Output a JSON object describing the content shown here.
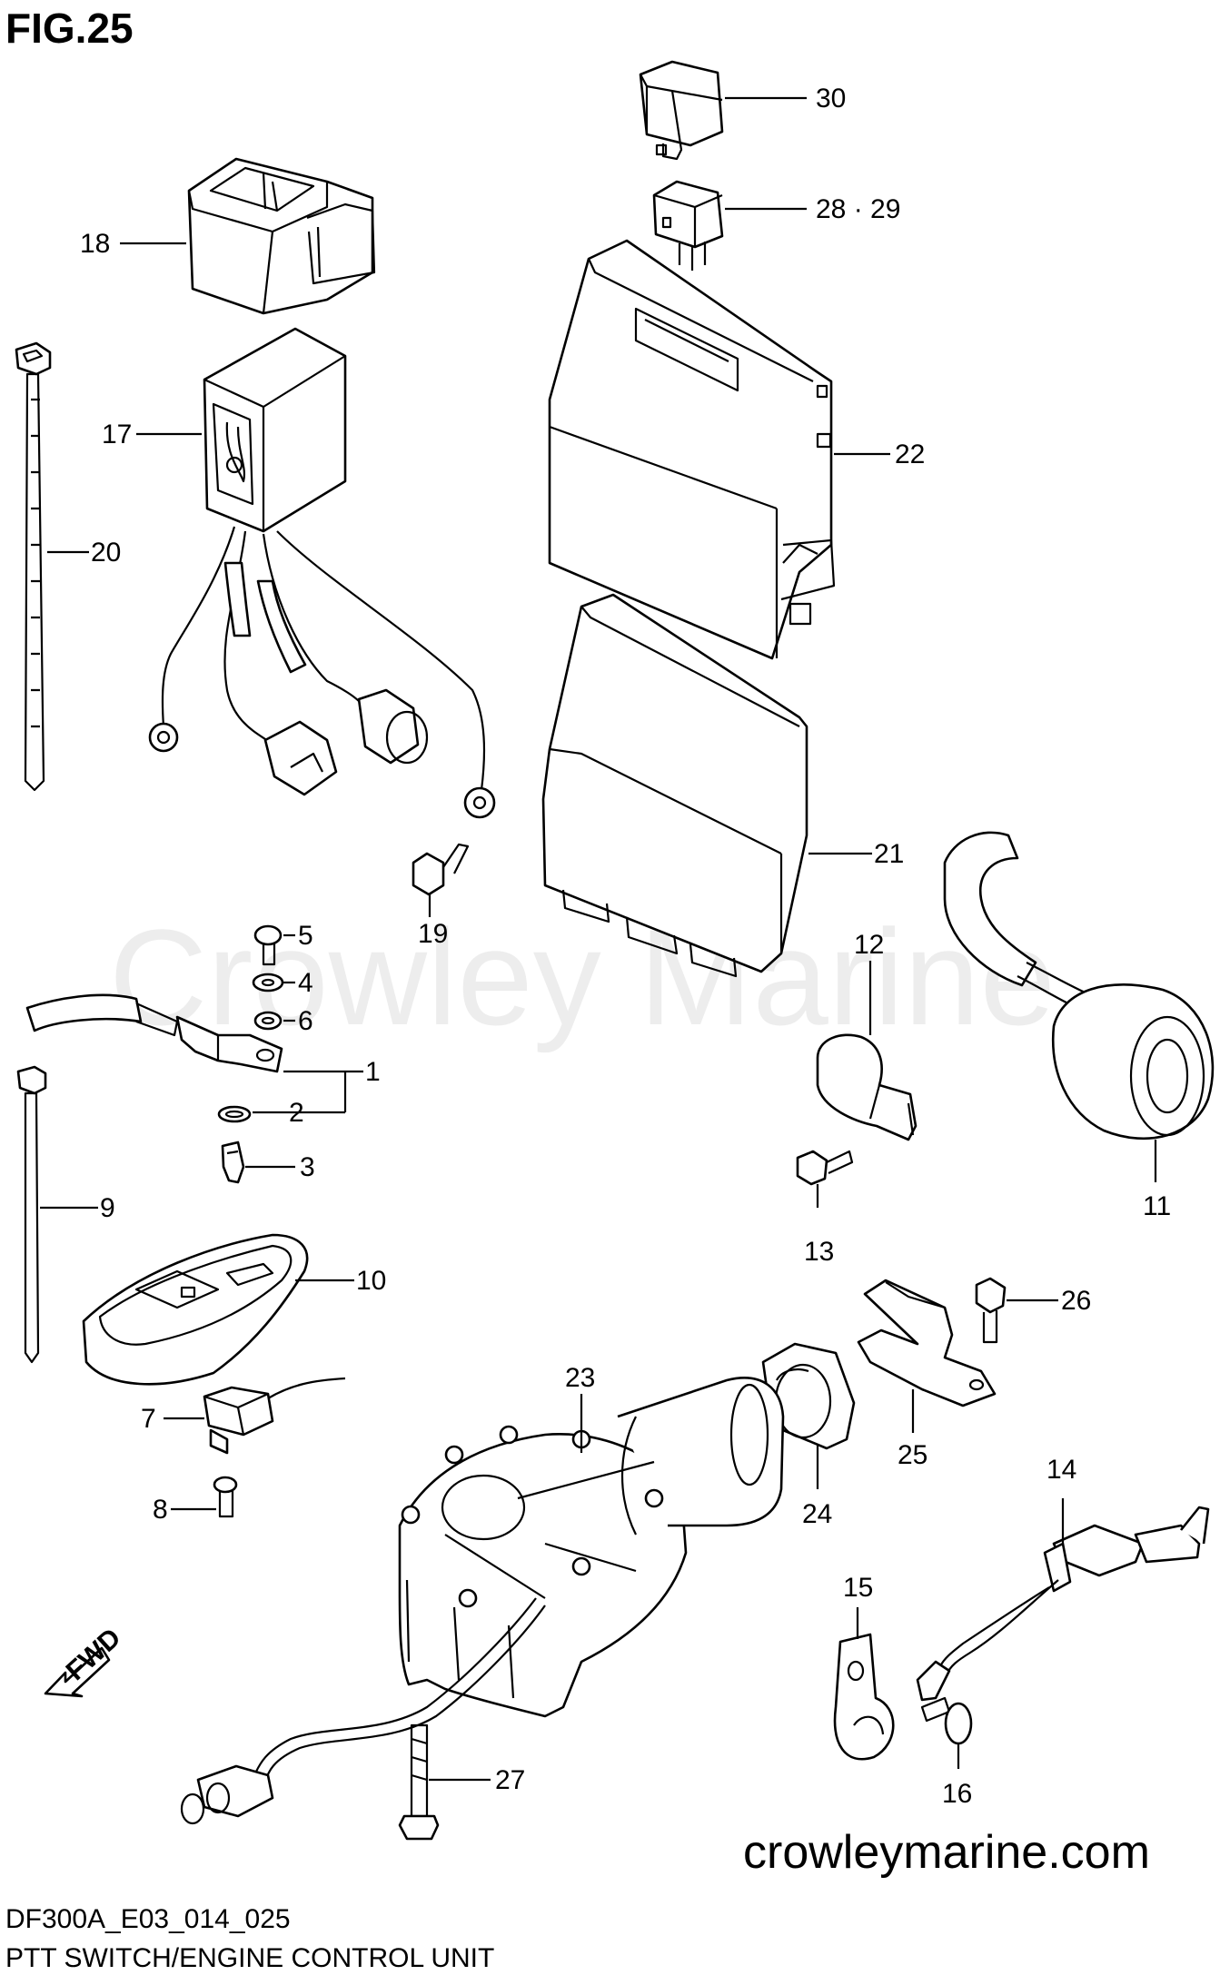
{
  "figure": {
    "title": "FIG.25",
    "drawing_code": "DF300A_E03_014_025",
    "description": "PTT SWITCH/ENGINE CONTROL UNIT",
    "website": "crowleymarine.com",
    "watermark": "Crowley Marine",
    "fwd_label": "FWD"
  },
  "callouts": [
    "30",
    "28 · 29",
    "18",
    "17",
    "20",
    "22",
    "21",
    "19",
    "5",
    "4",
    "6",
    "1",
    "2",
    "3",
    "12",
    "11",
    "13",
    "9",
    "10",
    "26",
    "23",
    "7",
    "8",
    "24",
    "25",
    "14",
    "15",
    "27",
    "16"
  ]
}
